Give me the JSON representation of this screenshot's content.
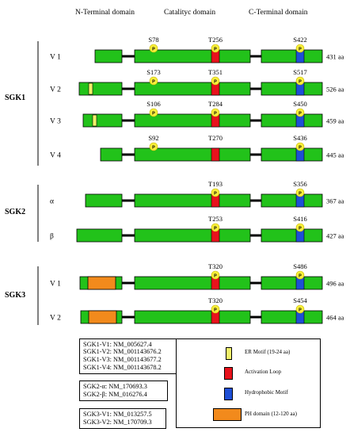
{
  "headers": {
    "n_terminal": "N-Terminal domain",
    "catalytic": "Catalityc domain",
    "c_terminal": "C-Terminal domain"
  },
  "groups": [
    {
      "name": "SGK1",
      "variants": [
        {
          "label": "V 1",
          "length": "431 aa",
          "er": false,
          "ph": false,
          "n_site": "S78",
          "t_site": "T256",
          "c_site": "S422",
          "n_phos": true,
          "t_phos": true,
          "c_phos": true
        },
        {
          "label": "V 2",
          "length": "526 aa",
          "er": true,
          "ph": false,
          "n_site": "S173",
          "t_site": "T351",
          "c_site": "S517",
          "n_phos": true,
          "t_phos": true,
          "c_phos": true
        },
        {
          "label": "V 3",
          "length": "459 aa",
          "er": true,
          "ph": false,
          "n_site": "S106",
          "t_site": "T284",
          "c_site": "S450",
          "n_phos": true,
          "t_phos": true,
          "c_phos": true
        },
        {
          "label": "V 4",
          "length": "445 aa",
          "er": false,
          "ph": false,
          "n_site": "S92",
          "t_site": "T270",
          "c_site": "S436",
          "n_phos": true,
          "t_phos": false,
          "c_phos": true
        }
      ]
    },
    {
      "name": "SGK2",
      "variants": [
        {
          "label": "α",
          "length": "367 aa",
          "er": false,
          "ph": false,
          "n_site": "",
          "t_site": "T193",
          "c_site": "S356",
          "n_phos": false,
          "t_phos": true,
          "c_phos": true
        },
        {
          "label": "β",
          "length": "427 aa",
          "er": false,
          "ph": false,
          "n_site": "",
          "t_site": "T253",
          "c_site": "S416",
          "n_phos": false,
          "t_phos": true,
          "c_phos": true
        }
      ]
    },
    {
      "name": "SGK3",
      "variants": [
        {
          "label": "V 1",
          "length": "496 aa",
          "er": false,
          "ph": true,
          "n_site": "",
          "t_site": "T320",
          "c_site": "S486",
          "n_phos": false,
          "t_phos": true,
          "c_phos": true
        },
        {
          "label": "V 2",
          "length": "464 aa",
          "er": false,
          "ph": true,
          "n_site": "",
          "t_site": "T320",
          "c_site": "S454",
          "n_phos": false,
          "t_phos": true,
          "c_phos": true
        }
      ]
    }
  ],
  "phospho_symbol": "P",
  "accessions": [
    [
      "SGK1-V1: NM_005627.4",
      "SGK1-V2: NM_001143676.2",
      "SGK1-V3: NM_001143677.2",
      "SGK1-V4: NM_001143678.2"
    ],
    [
      "SGK2-α: NM_170693.3",
      "SGK2-β:  NM_016276.4"
    ],
    [
      "SGK3-V1: NM_013257.5",
      "SGK3-V2: NM_170709.3"
    ]
  ],
  "legend": [
    {
      "key": "er",
      "label": "ER Motif (19-24 aa)",
      "color": "#f2f26a"
    },
    {
      "key": "al",
      "label": "Activation Loop",
      "color": "#e8121c"
    },
    {
      "key": "hm",
      "label": "Hydrophobic Motif",
      "color": "#1e4fd6"
    },
    {
      "key": "ph",
      "label": "PH domain (12-120 aa)",
      "color": "#f28a1c"
    }
  ],
  "colors": {
    "domain_green": "#22c21a",
    "activation_loop": "#e8121c",
    "hydrophobic_motif": "#1e4fd6",
    "er_motif": "#f2f26a",
    "ph_domain": "#f28a1c",
    "phospho_circle": "#f7ef3a"
  }
}
